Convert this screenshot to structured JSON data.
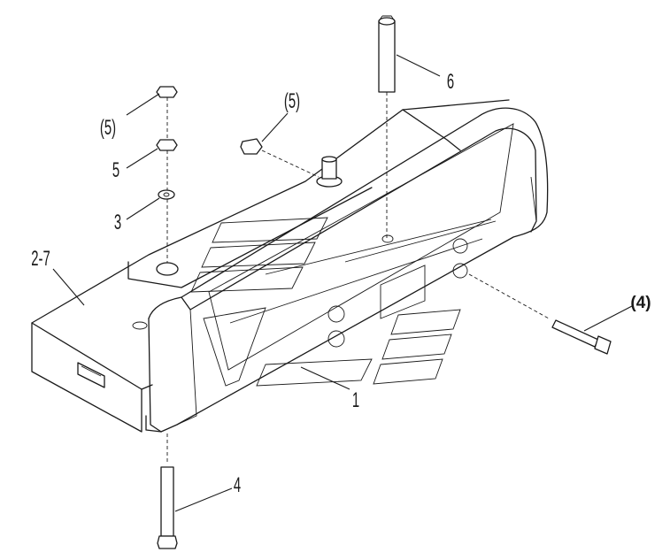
{
  "callouts": {
    "nut_top": "(5)",
    "nut_mid": "(5)",
    "nut_lower": "5",
    "washer": "3",
    "counterweight_frame": "2-7",
    "pin_top": "6",
    "bolt_side": "(4)",
    "counterweight_plate": "1",
    "bolt_bottom": "4"
  },
  "colors": {
    "line": "#1a1a1a",
    "background": "#ffffff"
  }
}
